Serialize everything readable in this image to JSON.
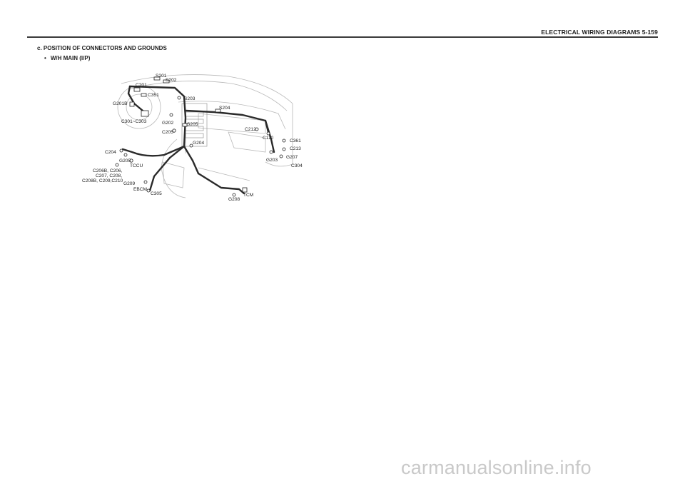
{
  "header": {
    "title": "ELECTRICAL WIRING DIAGRAMS  5-159"
  },
  "section": {
    "heading": "c.  POSITION  OF  CONNECTORS  AND  GROUNDS",
    "subheading": "W/H MAIN (I/P)"
  },
  "diagram_labels": {
    "s201": "S201",
    "s202": "S202",
    "c201": "C201",
    "c351": "C351",
    "g201b": "G201B",
    "c301_c303": "C301~C303",
    "s203": "S203",
    "s204": "S204",
    "g202": "G202",
    "s205": "S205",
    "c205": "C205",
    "g204": "G204",
    "c212": "C212",
    "c110": "C110",
    "c361": "C361",
    "c213": "C213",
    "g207": "G207",
    "g203": "G203",
    "c304": "C304",
    "c204": "C204",
    "g205": "G205",
    "tccu": "TCCU",
    "c206b_list_1": "C206B, C206,",
    "c206b_list_2": "C207, C208,",
    "c206b_list_3": "C208B, C209,C210",
    "g209": "G209",
    "ebcm": "EBCM",
    "c305": "C305",
    "g208": "G208",
    "tcm": "TCM"
  },
  "watermark": "carmanualsonline.info"
}
